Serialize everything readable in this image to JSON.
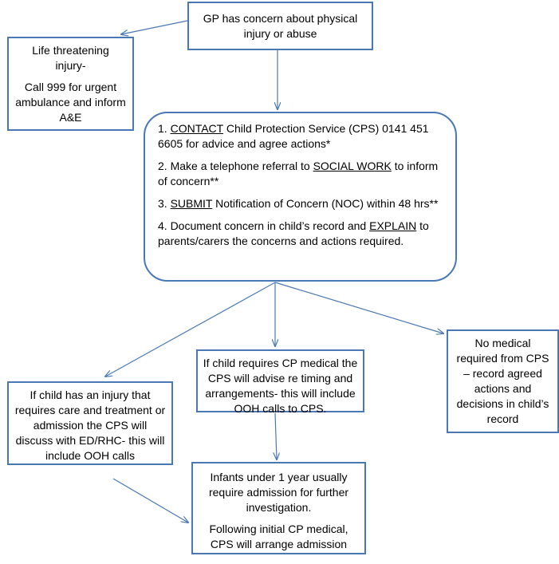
{
  "colors": {
    "box_border": "#4a78b4",
    "arrow": "#4a78b4",
    "text": "#000000",
    "background": "#ffffff"
  },
  "nodes": {
    "gp_concern": {
      "text": "GP has concern about physical injury or abuse"
    },
    "life_threatening": {
      "line1": "Life threatening",
      "line2": "injury-",
      "line3": "Call 999 for urgent ambulance and inform A&E"
    },
    "actions": {
      "step1": {
        "prefix": "1. ",
        "keyword": "CONTACT",
        "suffix": " Child Protection Service (CPS) 0141 451 6605 for advice and agree actions*"
      },
      "step2": {
        "prefix": "2. Make a telephone referral to ",
        "keyword": "SOCIAL WORK",
        "suffix": " to inform of concern**"
      },
      "step3": {
        "prefix": "3. ",
        "keyword": "SUBMIT",
        "suffix": " Notification of Concern (NOC) within 48 hrs**"
      },
      "step4": {
        "prefix": "4. Document concern in child’s record and ",
        "keyword": "EXPLAIN",
        "suffix": " to parents/carers the concerns and actions required."
      }
    },
    "no_medical": {
      "text": "No medical required from CPS – record agreed actions and decisions in child’s record"
    },
    "cp_medical": {
      "text": "If child requires CP medical the CPS will advise re timing and arrangements- this will include OOH calls to CPS."
    },
    "injury_care": {
      "text": "If child has an injury that requires care and treatment or admission the CPS will discuss with ED/RHC- this will include OOH calls"
    },
    "infants": {
      "text1": "Infants under 1 year usually require admission for further investigation.",
      "text2": "Following initial CP medical, CPS will arrange admission"
    }
  }
}
